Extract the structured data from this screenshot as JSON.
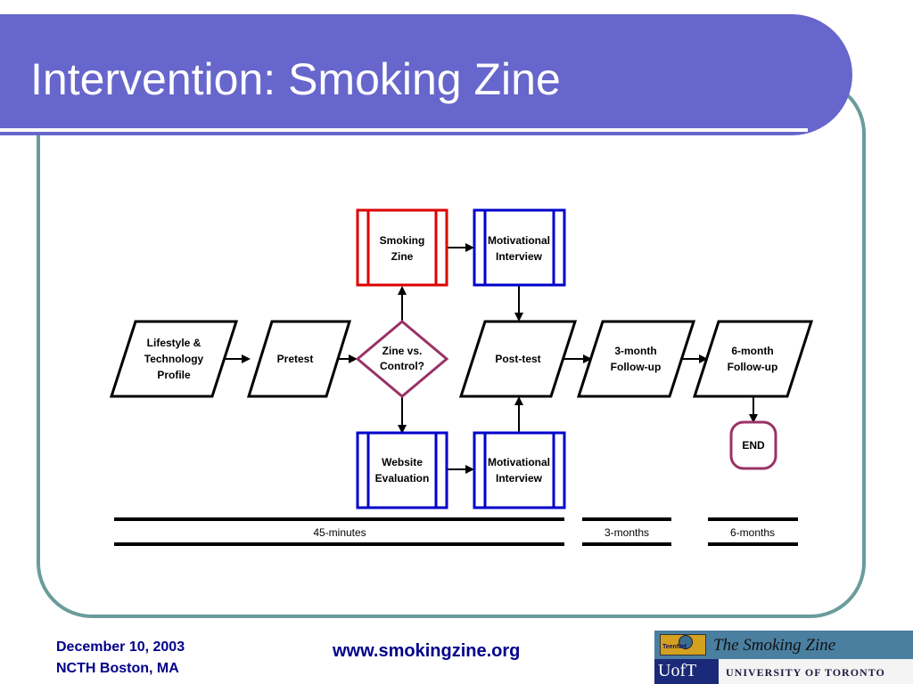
{
  "slide": {
    "title": "Intervention: Smoking Zine"
  },
  "diagram": {
    "nodes": {
      "lifestyle": {
        "lines": [
          "Lifestyle &",
          "Technology",
          "Profile"
        ]
      },
      "pretest": {
        "lines": [
          "Pretest"
        ]
      },
      "zine_control": {
        "lines": [
          "Zine vs.",
          "Control?"
        ]
      },
      "smoking_zine": {
        "lines": [
          "Smoking",
          "Zine"
        ]
      },
      "motivational_top": {
        "lines": [
          "Motivational",
          "Interview"
        ]
      },
      "website_eval": {
        "lines": [
          "Website",
          "Evaluation"
        ]
      },
      "motivational_bottom": {
        "lines": [
          "Motivational",
          "Interview"
        ]
      },
      "posttest": {
        "lines": [
          "Post-test"
        ]
      },
      "followup_3": {
        "lines": [
          "3-month",
          "Follow-up"
        ]
      },
      "followup_6": {
        "lines": [
          "6-month",
          "Follow-up"
        ]
      },
      "end": {
        "lines": [
          "END"
        ]
      }
    },
    "timeline": {
      "segment_1": "45-minutes",
      "segment_2": "3-months",
      "segment_3": "6-months"
    },
    "colors": {
      "zine_box": "#dd0000",
      "blue_box": "#0000cc",
      "decision_border": "#993366",
      "end_border": "#993366"
    }
  },
  "footer": {
    "date": "December 10, 2003",
    "location": "NCTH Boston, MA",
    "url": "www.smokingzine.org"
  },
  "logo": {
    "teennet": "TeenNet",
    "brand": "The Smoking Zine",
    "uoft": "UofT",
    "university": "UNIVERSITY OF TORONTO"
  }
}
